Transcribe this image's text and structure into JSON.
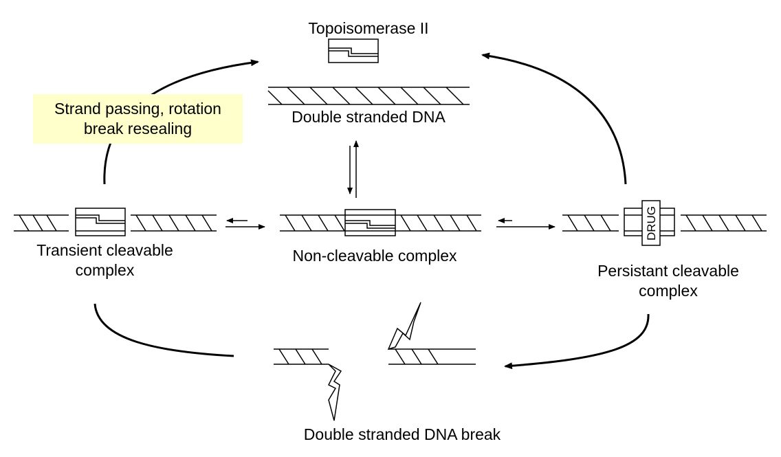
{
  "labels": {
    "topoisomerase": "Topoisomerase II",
    "double_stranded_dna": "Double stranded DNA",
    "note_line1": "Strand passing, rotation",
    "note_line2": "break resealing",
    "transient_line1": "Transient cleavable",
    "transient_line2": "complex",
    "non_cleavable": "Non-cleavable complex",
    "persistant_line1": "Persistant cleavable",
    "persistant_line2": "complex",
    "dna_break": "Double stranded DNA break",
    "drug": "DRUG"
  },
  "colors": {
    "stroke": "#000000",
    "note_background": "#ffffcc"
  }
}
